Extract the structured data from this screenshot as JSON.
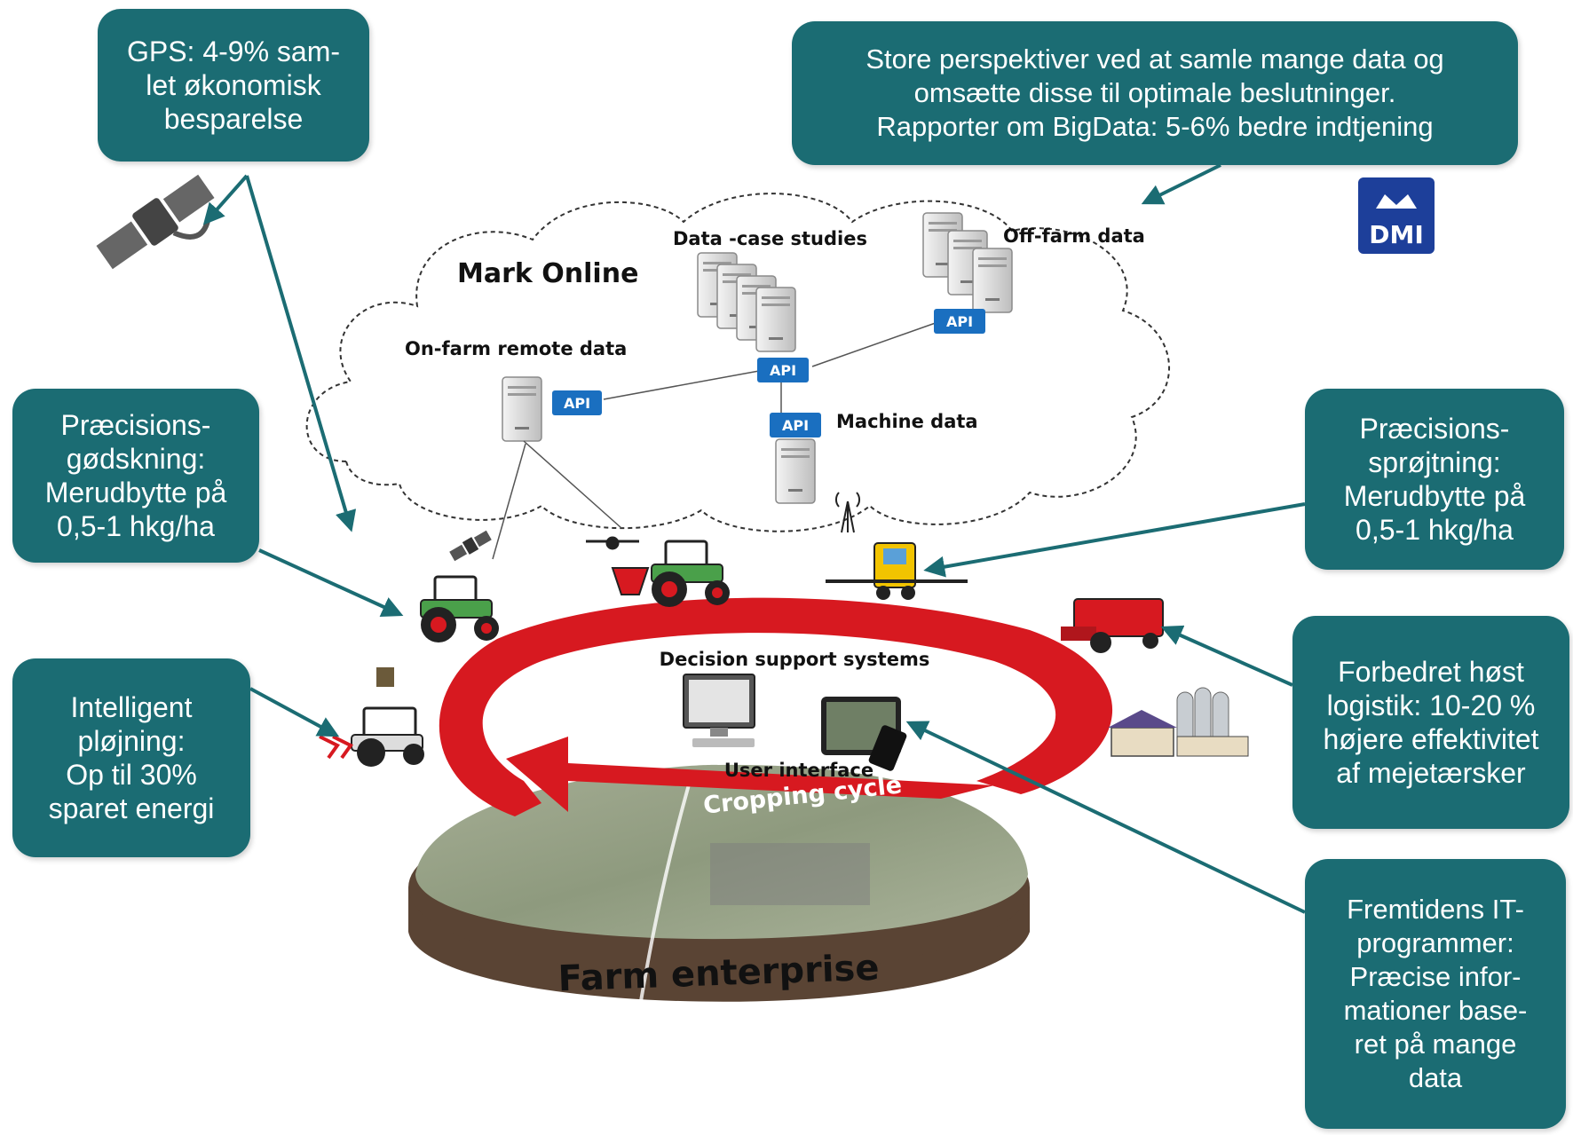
{
  "callouts": {
    "gps": "GPS: 4-9% sam-\nlet økonomisk\nbesparelse",
    "bigdata": "Store perspektiver ved at samle mange data og\nomsætte disse til optimale beslutninger.\nRapporter om BigData: 5-6% bedre indtjening",
    "godskning": "Præcisions-\ngødskning:\nMerudbytte på\n0,5-1 hkg/ha",
    "sprojtning": "Præcisions-\nsprøjtning:\nMerudbytte på\n0,5-1 hkg/ha",
    "plojning": "Intelligent\npløjning:\nOp til 30%\nsparet energi",
    "host": "Forbedret høst\nlogistik: 10-20 %\nhøjere effektivitet\naf mejetærsker",
    "it": "Fremtidens IT-\nprogrammer:\nPræcise infor-\nmationer base-\nret på mange\ndata"
  },
  "cloud": {
    "title": "Mark Online",
    "data_case": "Data -case studies",
    "off_farm": "Off-farm data",
    "on_farm": "On-farm remote data",
    "machine": "Machine data",
    "api": "API"
  },
  "center": {
    "dss": "Decision support systems",
    "ui": "User interface",
    "cycle": "Cropping cycle",
    "farm": "Farm enterprise"
  },
  "logo": {
    "text": "DMI"
  },
  "colors": {
    "callout_bg": "#1b6c73",
    "arrow": "#1b6c73",
    "cycle_red": "#d71920",
    "api_blue": "#1a6fc0"
  }
}
